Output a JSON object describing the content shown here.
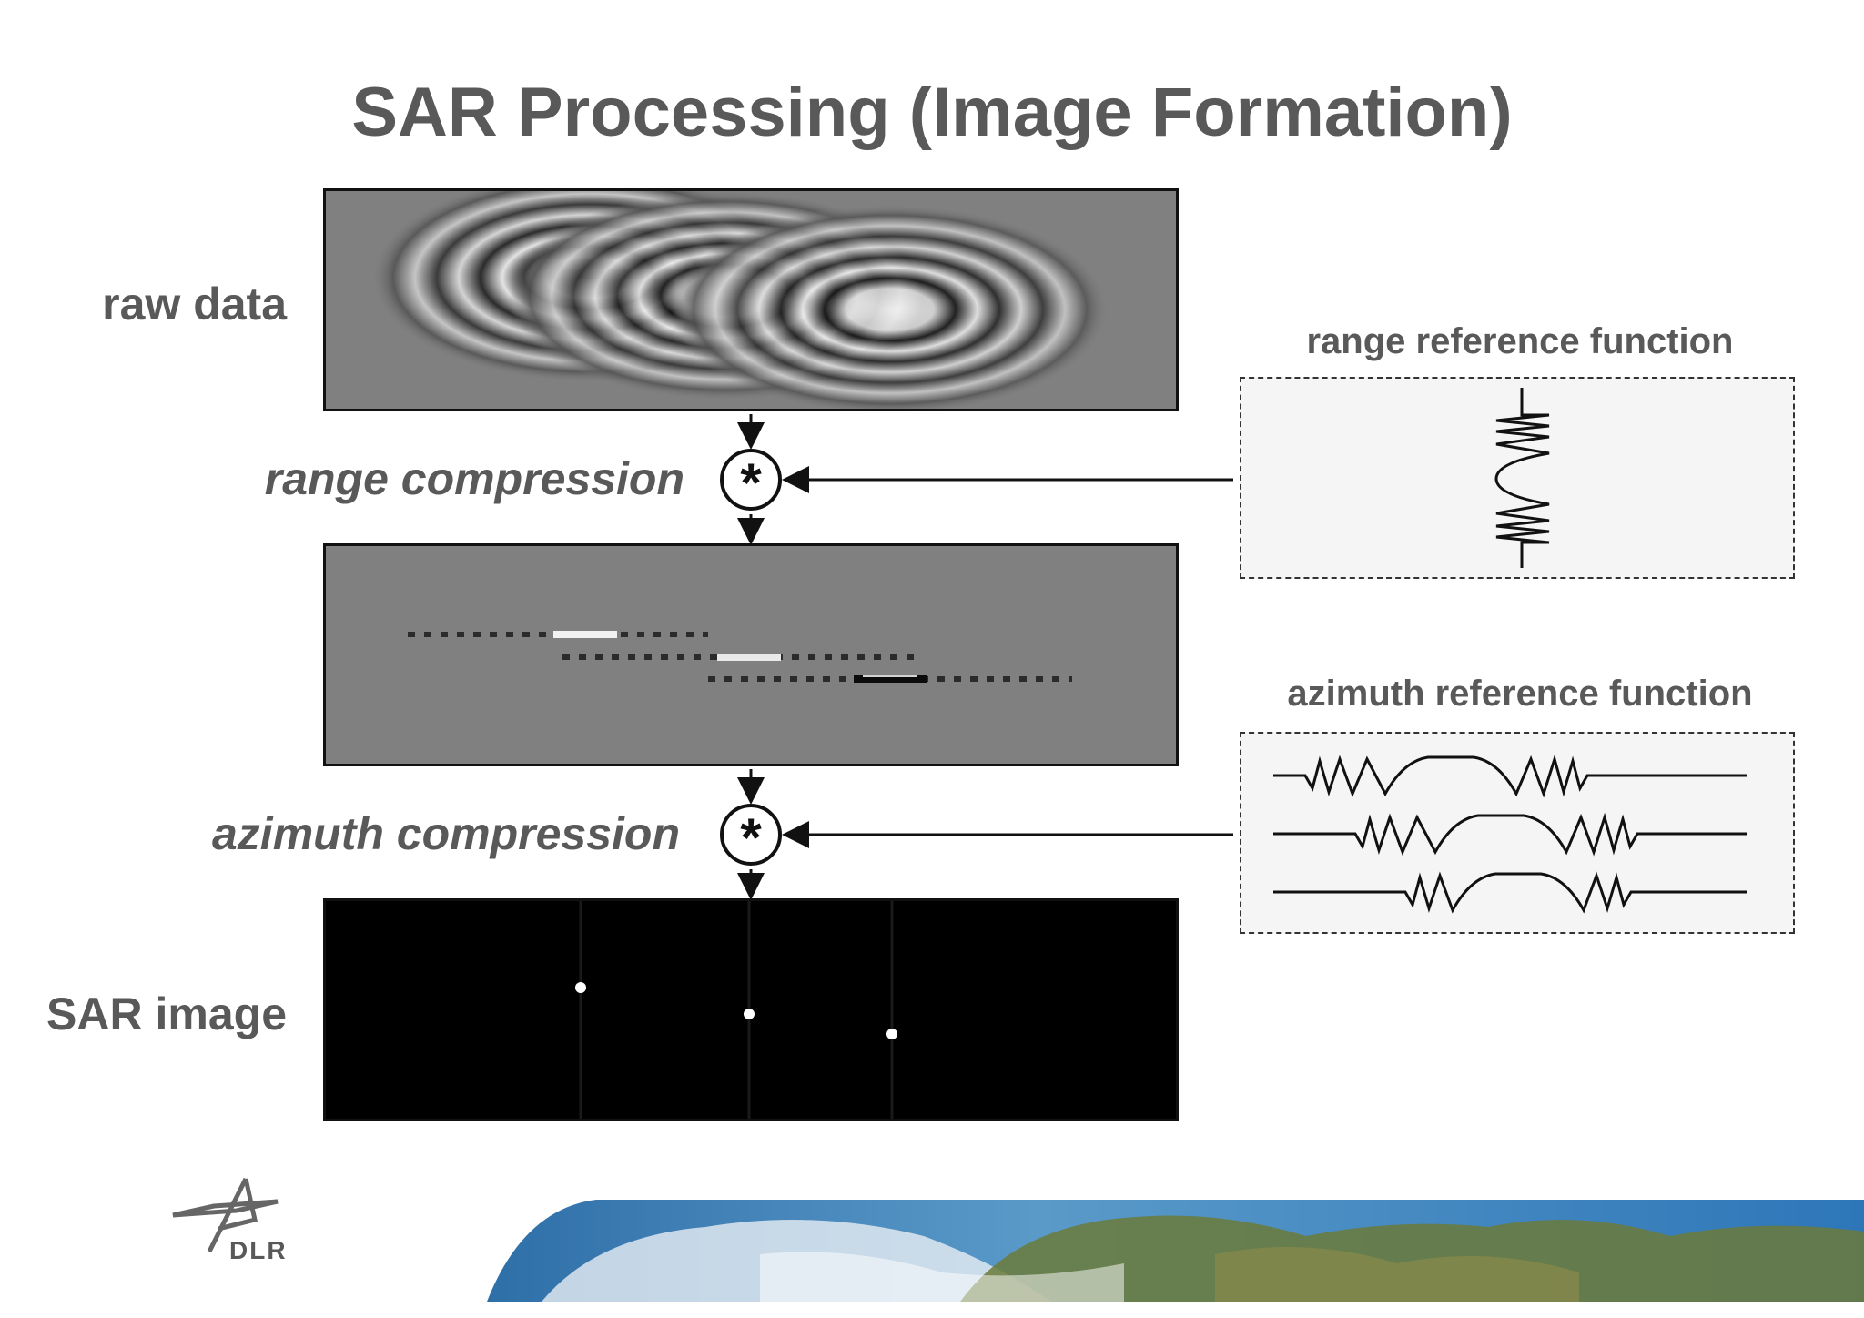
{
  "title": "SAR Processing (Image Formation)",
  "labels": {
    "raw_data": "raw data",
    "range_compression": "range compression",
    "azimuth_compression": "azimuth compression",
    "sar_image": "SAR image"
  },
  "reference_functions": {
    "range": "range reference function",
    "azimuth": "azimuth reference function"
  },
  "operator_symbol": "*",
  "logo_text": "DLR",
  "colors": {
    "text_gray": "#595959",
    "panel_gray": "#808080",
    "panel_black": "#000000",
    "ref_box_bg": "#f5f5f5"
  }
}
